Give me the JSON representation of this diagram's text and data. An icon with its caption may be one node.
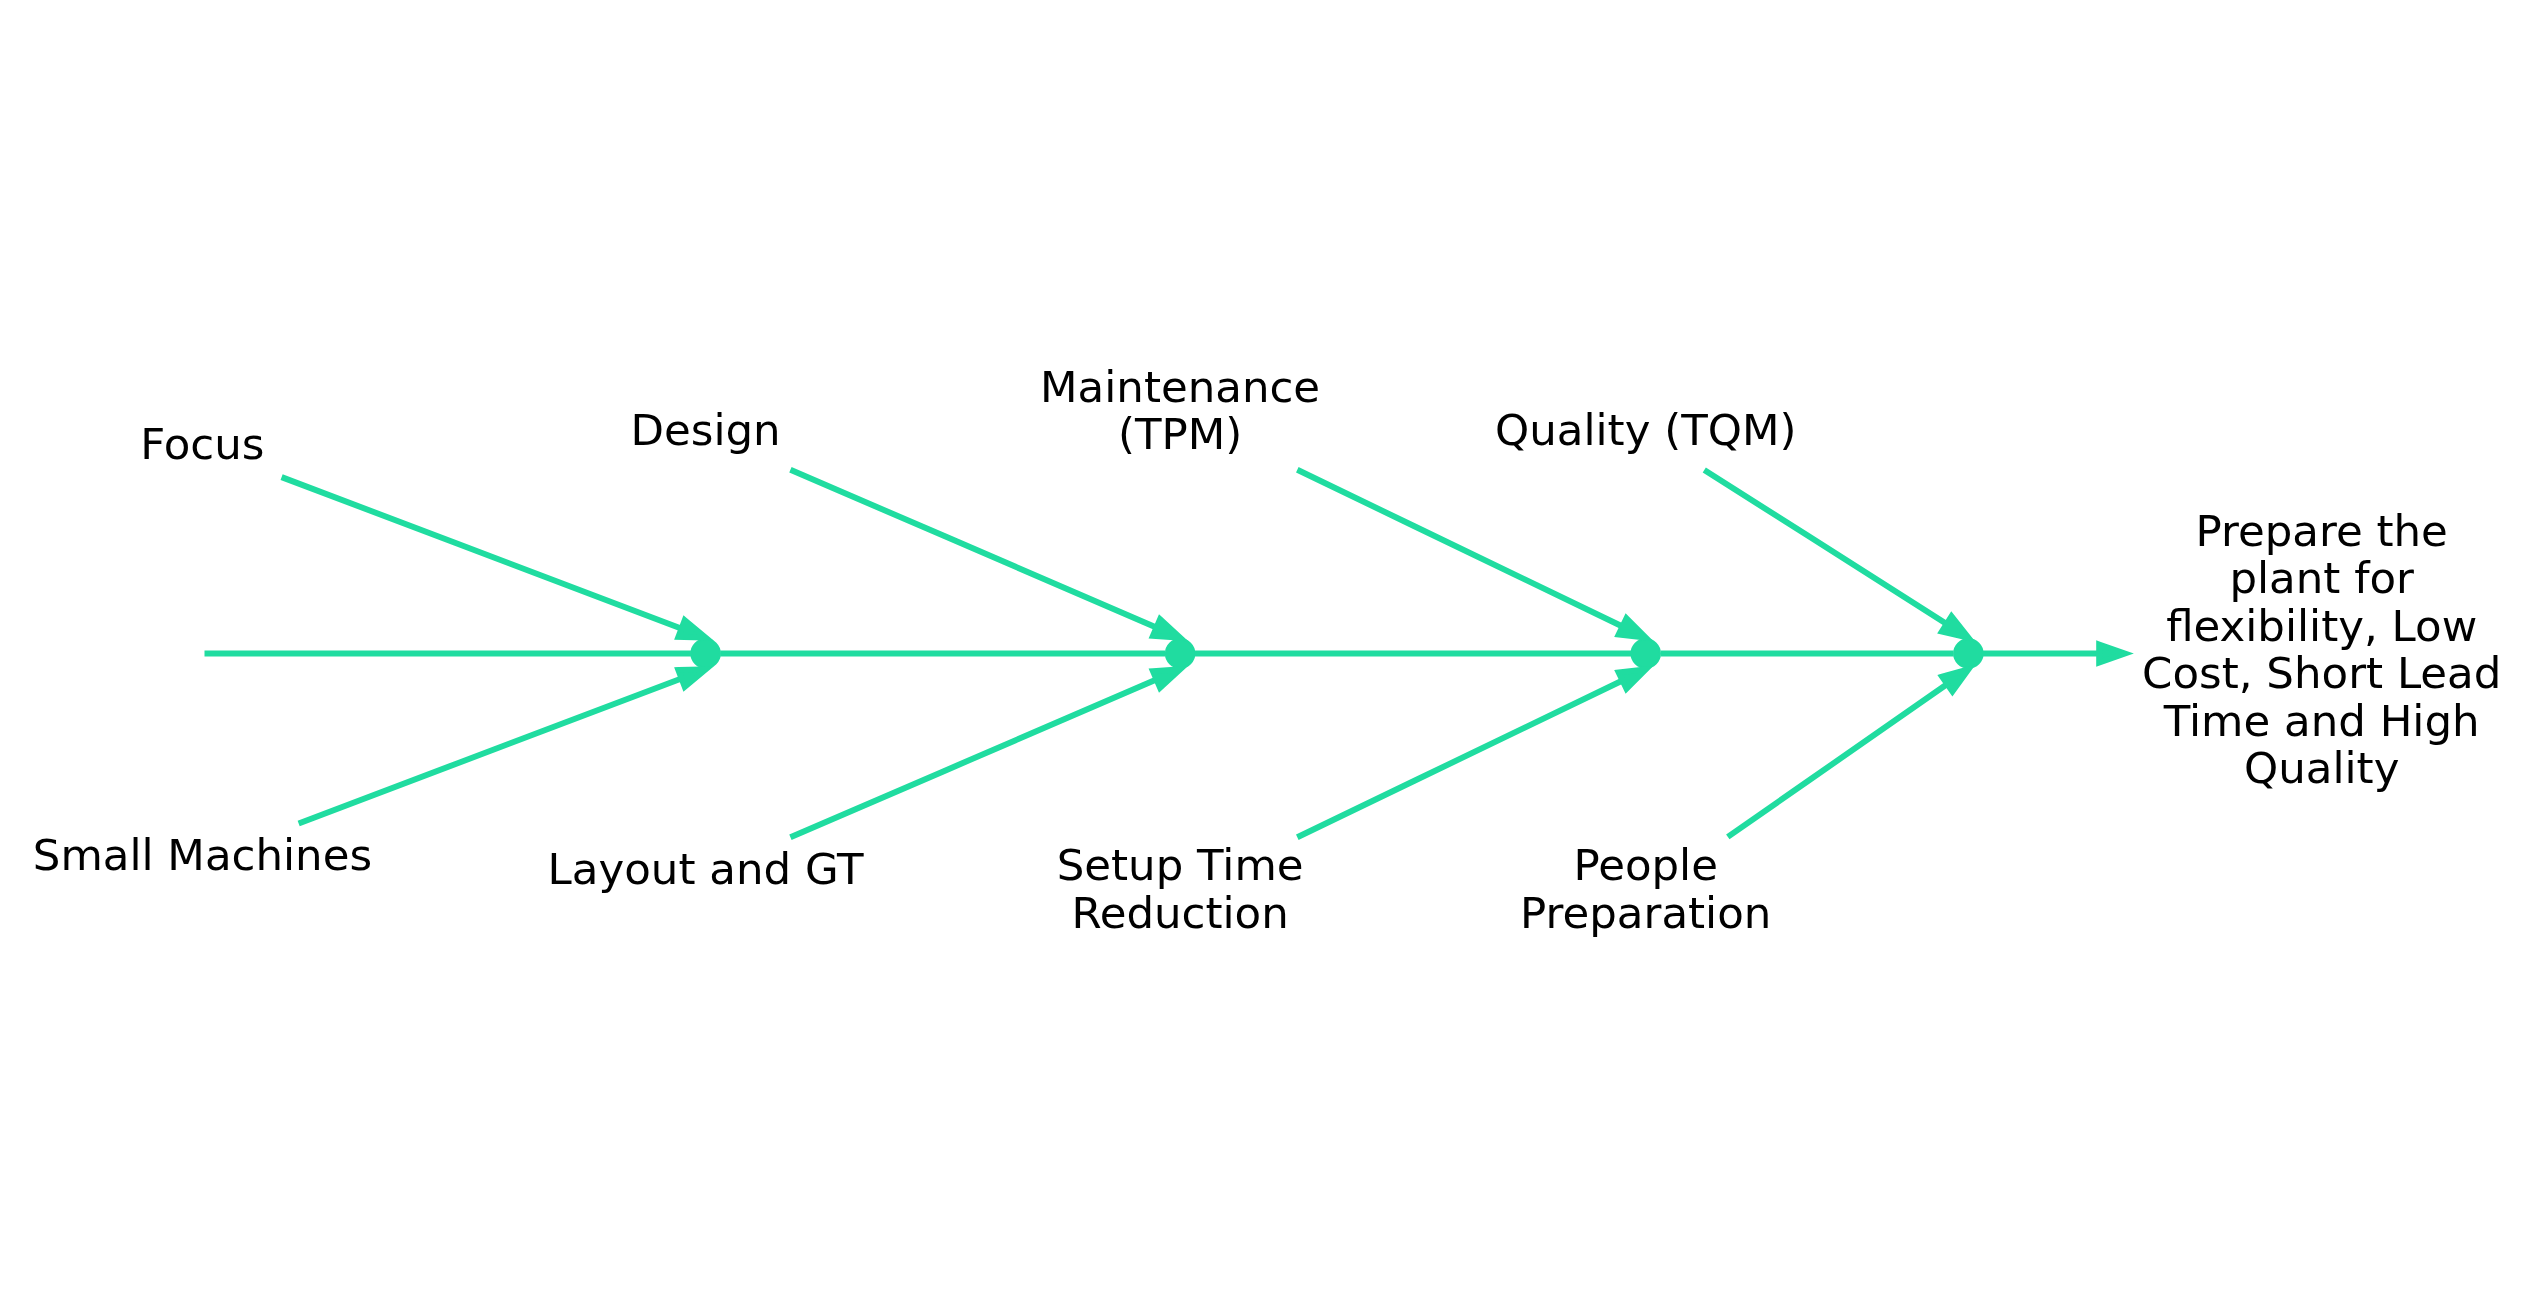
{
  "diagram": {
    "nodes": [
      {
        "text": [
          "Focus"
        ]
      },
      {
        "text": [
          "Design"
        ]
      },
      {
        "text": [
          "Maintenance (TPM)"
        ]
      },
      {
        "text": [
          "Quality (TQM)"
        ]
      },
      {
        "text": [
          "Small Machines"
        ]
      },
      {
        "text": [
          "Layout and GT"
        ]
      },
      {
        "text": [
          "Setup Time Reduction"
        ]
      },
      {
        "text": [
          "People Preparation"
        ]
      },
      {
        "text": [
          "Prepare the plant for flexibility, Low Cost, Short Lead Time and High Quality"
        ]
      },
      {
        "text": [],
        "shape": "point"
      },
      {
        "text": [],
        "shape": "point"
      },
      {
        "text": [],
        "shape": "point"
      },
      {
        "text": [],
        "shape": "point"
      }
    ],
    "edges": [
      {
        "from": null,
        "to": 9,
        "arrow": "none",
        "color": "#20dca0"
      },
      {
        "from": 9,
        "to": 10,
        "arrow": "none",
        "color": "#20dca0"
      },
      {
        "from": 10,
        "to": 11,
        "arrow": "none",
        "color": "#20dca0"
      },
      {
        "from": 11,
        "to": 12,
        "arrow": "none",
        "color": "#20dca0"
      },
      {
        "from": 12,
        "to": 8,
        "arrow": "to",
        "color": "#20dca0"
      },
      {
        "from": 0,
        "to": 9,
        "arrow": "to",
        "color": "#20dca0"
      },
      {
        "from": 1,
        "to": 10,
        "arrow": "to",
        "color": "#20dca0"
      },
      {
        "from": 2,
        "to": 11,
        "arrow": "to",
        "color": "#20dca0"
      },
      {
        "from": 3,
        "to": 12,
        "arrow": "to",
        "color": "#20dca0"
      },
      {
        "from": 4,
        "to": 9,
        "arrow": "to",
        "color": "#20dca0"
      },
      {
        "from": 5,
        "to": 10,
        "arrow": "to",
        "color": "#20dca0"
      },
      {
        "from": 6,
        "to": 11,
        "arrow": "to",
        "color": "#20dca0"
      },
      {
        "from": 7,
        "to": 12,
        "arrow": "to",
        "color": "#20dca0"
      }
    ]
  }
}
